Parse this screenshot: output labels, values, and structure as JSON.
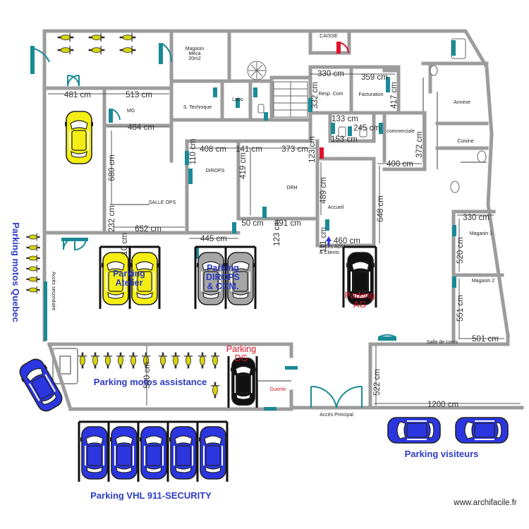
{
  "rooms": {
    "magasin": "Magasin",
    "magasin_sub1": "Méca",
    "magasin_sub2": "20m2",
    "caisse": "CAISSE",
    "resp_com": "Resp. Com",
    "facturation": "Facturation",
    "mg": "MG",
    "s_technique": "S. Technique",
    "labo": "Labo",
    "commerciale": "commerciale",
    "annexe": "Annexe",
    "cuisine": "Cuisine",
    "dirops": "DIROPS",
    "drh": "DRH",
    "accueil": "Accueil",
    "salle_ops": "SALLE OPS",
    "acces_adm_1": "Accès ADM",
    "acces_adm_2": "& Clients",
    "magasin1": "Magasin 1",
    "magasin2": "Magasin 2",
    "salle_de_cours": "Salle de cours",
    "guerite": "Guerite",
    "acces_principal": "Accès Principal",
    "acces_secondaire": "Accès secondaire"
  },
  "dimensions": {
    "d481": "481 cm",
    "d513": "513 cm",
    "d484": "484 cm",
    "d680": "680 cm",
    "d232": "232 cm",
    "d652": "652 cm",
    "d10": "10 cm",
    "d445": "445 cm",
    "d408": "408 cm",
    "d141": "141 cm",
    "d373": "373 cm",
    "d110": "110 cm",
    "d419": "419 cm",
    "d123a": "123 cm",
    "d123b": "123 cm",
    "d50": "50 cm",
    "d491": "491 cm",
    "d489": "489 cm",
    "d330a": "330 cm",
    "d359": "359 cm",
    "d332": "332 cm",
    "d417": "417 cm",
    "d133": "133 cm",
    "d153": "153 cm",
    "d245": "245 cm",
    "d372": "372 cm",
    "d400": "400 cm",
    "d648": "648 cm",
    "d111": "111 cm",
    "d460": "460 cm",
    "d330b": "330 cm",
    "d520": "520 cm",
    "d551": "551 cm",
    "d501": "501 cm",
    "d522": "522 cm",
    "d1200": "1200 cm",
    "d590": "590 cm"
  },
  "parking": {
    "motos_quebec": "Parking motos Quebec",
    "atelier_1": "Parking",
    "atelier_2": "Atelier",
    "dirops_1": "Parking",
    "dirops_2": "DIROPS",
    "dirops_3": "& COM.",
    "ag_1": "Parking",
    "ag_2": "AG",
    "dg_1": "Parking",
    "dg_2": "DG",
    "motos_assistance": "Parking  motos assistance",
    "visiteurs": "Parking  visiteurs",
    "vhl": "Parking  VHL 911-SECURITY"
  },
  "watermark": "www.archifacile.fr",
  "colors": {
    "wall": "#9c9c9c",
    "door": "#1a8a96",
    "blue_car": "#2b36e0",
    "yellow_car": "#f4ee14",
    "grey_car": "#a6a6a6",
    "black_car": "#111111",
    "moto": "#d8d40c",
    "label_blue": "#2d3cc2",
    "label_red": "#e0102a"
  }
}
